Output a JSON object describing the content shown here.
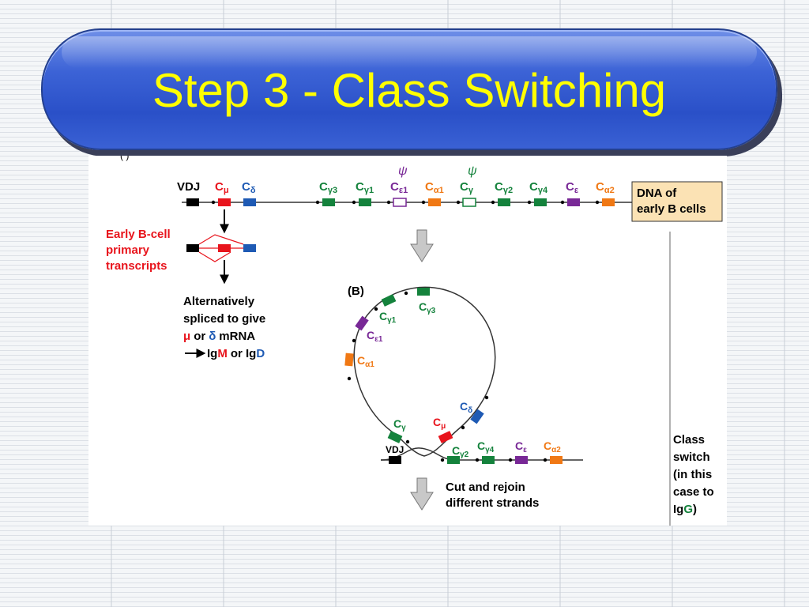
{
  "slide": {
    "title": "Step 3 - Class Switching"
  },
  "colors": {
    "title_text": "#ffff00",
    "banner": "#3358d2",
    "vdj": "#000000",
    "mu": "#e8141c",
    "delta": "#1e5ab4",
    "gamma": "#14823c",
    "epsilon": "#782896",
    "alpha": "#f07814",
    "dna_box": "#fbe2b4",
    "arrow_gray": "#c8c8c8"
  },
  "panel_a": {
    "genes": {
      "vdj": "VDJ",
      "c": "C",
      "mu": "μ",
      "delta": "δ",
      "g3": "γ3",
      "g1": "γ1",
      "e1": "ε1",
      "a1": "α1",
      "g": "γ",
      "g2": "γ2",
      "g4": "γ4",
      "e": "ε",
      "a2": "α2"
    },
    "psi": "ψ",
    "dna_box_line1": "DNA of",
    "dna_box_line2": "early B cells",
    "transcript_line1": "Early B-cell",
    "transcript_line2": "primary",
    "transcript_line3": "transcripts",
    "alt_line1": "Alternatively",
    "alt_line2": "spliced to give",
    "alt_mu": "μ",
    "alt_or": "or",
    "alt_delta": "δ",
    "alt_mrna": "mRNA",
    "alt_arrow_ig1": "Ig",
    "alt_M": "M",
    "alt_or2": "or Ig",
    "alt_D": "D"
  },
  "panel_b": {
    "label": "(B)",
    "vdj": "VDJ",
    "cut_line1": "Cut and rejoin",
    "cut_line2": "different strands"
  },
  "class_switch": {
    "line1": "Class",
    "line2": "switch",
    "line3": "(in this",
    "line4": "case to",
    "line5_prefix": "Ig",
    "line5_G": "G",
    "line5_suffix": ")"
  }
}
